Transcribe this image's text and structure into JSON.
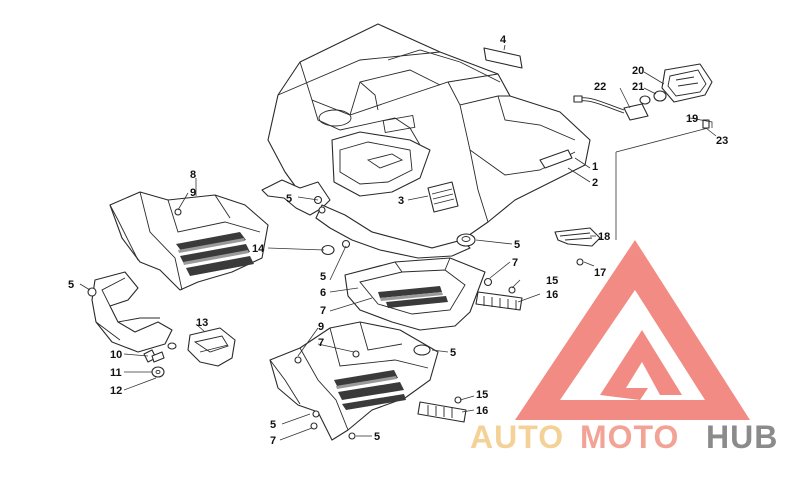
{
  "diagram": {
    "part_callouts": [
      {
        "id": "c1",
        "label": "1"
      },
      {
        "id": "c2",
        "label": "2"
      },
      {
        "id": "c3",
        "label": "3"
      },
      {
        "id": "c4",
        "label": "4"
      },
      {
        "id": "c5a",
        "label": "5"
      },
      {
        "id": "c5b",
        "label": "5"
      },
      {
        "id": "c5c",
        "label": "5"
      },
      {
        "id": "c5d",
        "label": "5"
      },
      {
        "id": "c5e",
        "label": "5"
      },
      {
        "id": "c5f",
        "label": "5"
      },
      {
        "id": "c5g",
        "label": "5"
      },
      {
        "id": "c6",
        "label": "6"
      },
      {
        "id": "c7a",
        "label": "7"
      },
      {
        "id": "c7b",
        "label": "7"
      },
      {
        "id": "c7c",
        "label": "7"
      },
      {
        "id": "c7d",
        "label": "7"
      },
      {
        "id": "c7e",
        "label": "7"
      },
      {
        "id": "c8",
        "label": "8"
      },
      {
        "id": "c9a",
        "label": "9"
      },
      {
        "id": "c9b",
        "label": "9"
      },
      {
        "id": "c10",
        "label": "10"
      },
      {
        "id": "c11",
        "label": "11"
      },
      {
        "id": "c12",
        "label": "12"
      },
      {
        "id": "c13",
        "label": "13"
      },
      {
        "id": "c14",
        "label": "14"
      },
      {
        "id": "c15a",
        "label": "15"
      },
      {
        "id": "c15b",
        "label": "15"
      },
      {
        "id": "c16a",
        "label": "16"
      },
      {
        "id": "c16b",
        "label": "16"
      },
      {
        "id": "c17",
        "label": "17"
      },
      {
        "id": "c18",
        "label": "18"
      },
      {
        "id": "c19",
        "label": "19"
      },
      {
        "id": "c20",
        "label": "20"
      },
      {
        "id": "c21",
        "label": "21"
      },
      {
        "id": "c22",
        "label": "22"
      },
      {
        "id": "c23",
        "label": "23"
      }
    ]
  },
  "watermark": {
    "part1": "AUTO",
    "part2": "MOTO",
    "part3": "HUB",
    "colors": {
      "auto": "#f2c57a",
      "moto": "#f08a78",
      "hub": "#6b6b6b",
      "triangle": "#ef6b61"
    }
  }
}
